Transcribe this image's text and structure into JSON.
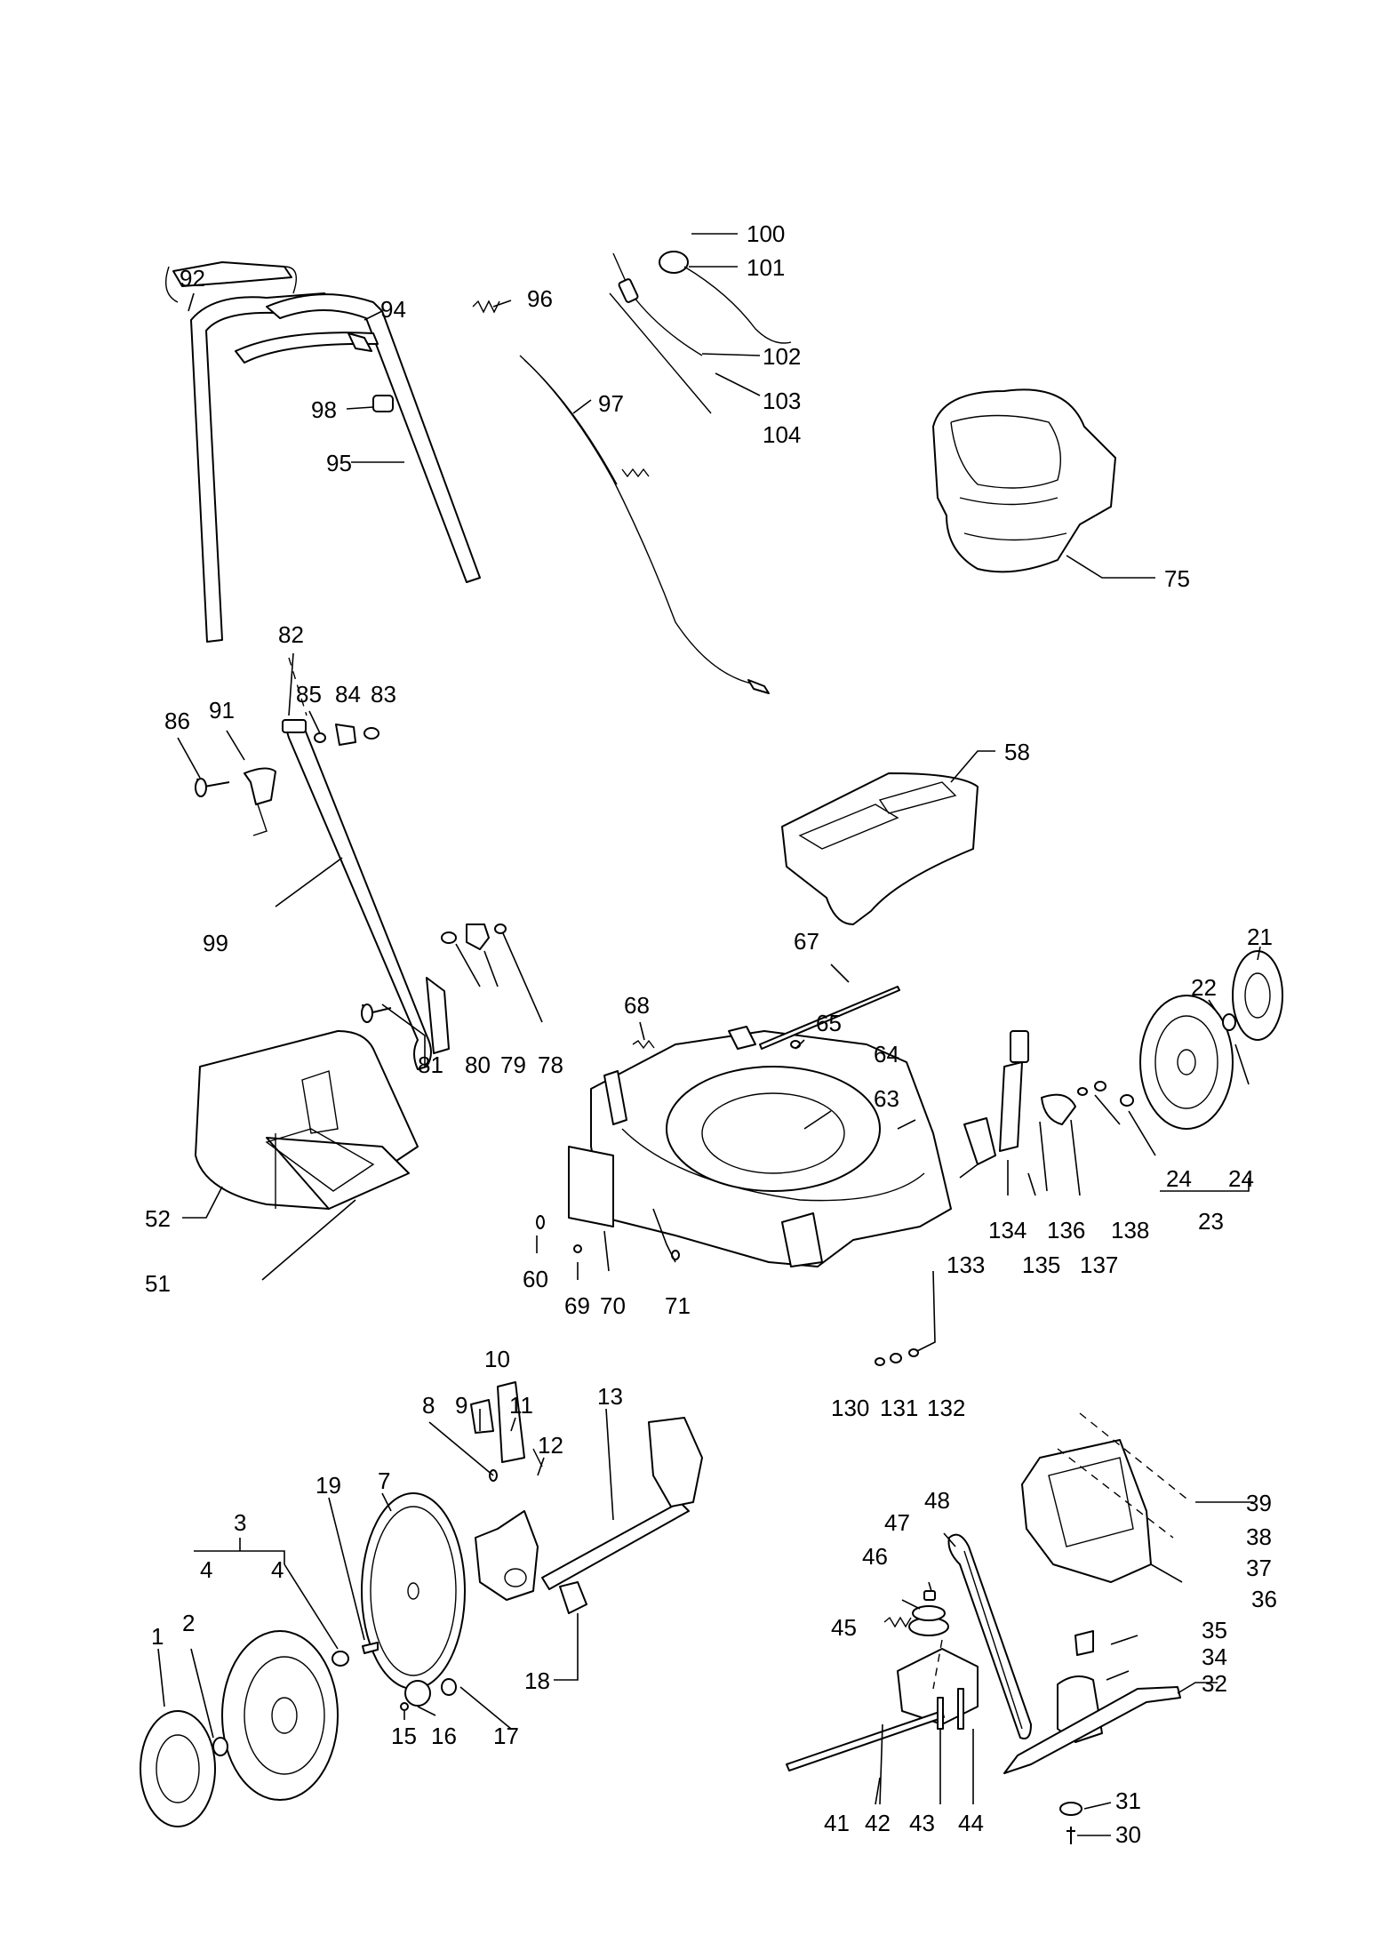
{
  "labels": {
    "p1": "1",
    "p2": "2",
    "p3": "3",
    "p4a": "4",
    "p4b": "4",
    "p7": "7",
    "p8": "8",
    "p9": "9",
    "p10": "10",
    "p11": "11",
    "p12": "12",
    "p13": "13",
    "p15": "15",
    "p16": "16",
    "p17": "17",
    "p18": "18",
    "p19": "19",
    "p21": "21",
    "p22": "22",
    "p23": "23",
    "p24a": "24",
    "p24b": "24",
    "p30": "30",
    "p31": "31",
    "p32": "32",
    "p34": "34",
    "p35": "35",
    "p36": "36",
    "p37": "37",
    "p38": "38",
    "p39": "39",
    "p41": "41",
    "p42": "42",
    "p43": "43",
    "p44": "44",
    "p45": "45",
    "p46": "46",
    "p47": "47",
    "p48": "48",
    "p51": "51",
    "p52": "52",
    "p58": "58",
    "p60": "60",
    "p63": "63",
    "p64": "64",
    "p65": "65",
    "p67": "67",
    "p68": "68",
    "p69": "69",
    "p70": "70",
    "p71": "71",
    "p75": "75",
    "p78": "78",
    "p79": "79",
    "p80": "80",
    "p81": "81",
    "p82": "82",
    "p83": "83",
    "p84": "84",
    "p85": "85",
    "p86": "86",
    "p91": "91",
    "p92": "92",
    "p94": "94",
    "p95": "95",
    "p96": "96",
    "p97": "97",
    "p98": "98",
    "p99": "99",
    "p100": "100",
    "p101": "101",
    "p102": "102",
    "p103": "103",
    "p104": "104",
    "p130": "130",
    "p131": "131",
    "p132": "132",
    "p133": "133",
    "p134": "134",
    "p135": "135",
    "p136": "136",
    "p137": "137",
    "p138": "138"
  }
}
